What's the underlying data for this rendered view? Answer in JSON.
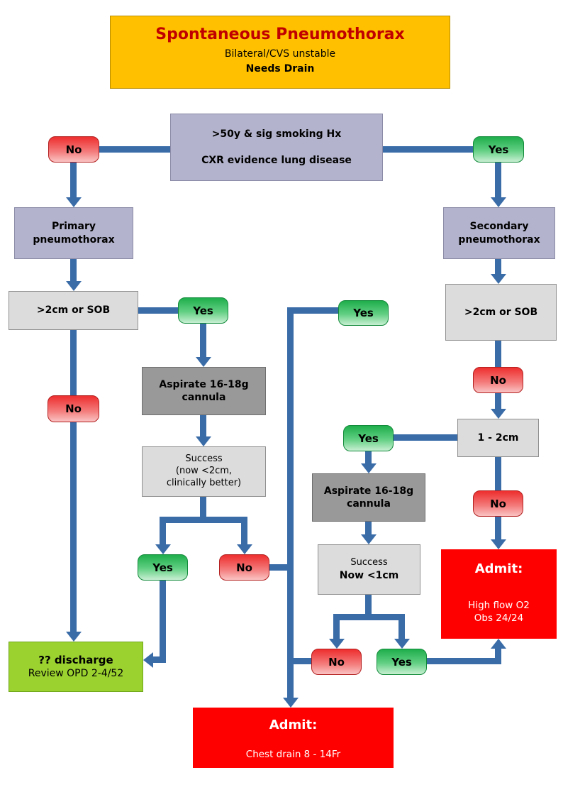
{
  "labels": {
    "yes": "Yes",
    "no": "No"
  },
  "title": {
    "heading": "Spontaneous Pneumothorax",
    "subtitle1": "Bilateral/CVS unstable",
    "subtitle2": "Needs Drain"
  },
  "nodes": {
    "top_decision": {
      "line1": ">50y & sig smoking Hx",
      "line2": "CXR evidence lung disease"
    },
    "primary": "Primary\npneumothorax",
    "secondary": "Secondary\npneumothorax",
    "size_left": ">2cm or SOB",
    "size_right": ">2cm or SOB",
    "aspirate_left": "Aspirate 16-18g\ncannula",
    "aspirate_right": "Aspirate 16-18g\ncannula",
    "success_left": "Success\n(now <2cm,\nclinically better)",
    "one_to_two_cm": "1 - 2cm",
    "success_right": {
      "line1": "Success",
      "line2": "Now <1cm"
    },
    "discharge": {
      "line1": "?? discharge",
      "line2": "Review OPD 2-4/52"
    },
    "admit_chest_drain": {
      "heading": "Admit:",
      "body": "Chest drain 8 - 14Fr"
    },
    "admit_o2": {
      "heading": "Admit:",
      "body1": "High flow O2",
      "body2": "Obs 24/24"
    }
  },
  "colors": {
    "title_bg": "#FFC000",
    "title_heading_text": "#C00000",
    "lavender_bg": "#B3B3CD",
    "light_gray_bg": "#DCDCDC",
    "dark_gray_bg": "#999999",
    "connector_blue": "#3A6CA8",
    "admit_red_bg": "#FF0000",
    "discharge_green_bg": "#9BD22F",
    "yes_green": "#1FAE4C",
    "no_red": "#EE2E2E"
  }
}
